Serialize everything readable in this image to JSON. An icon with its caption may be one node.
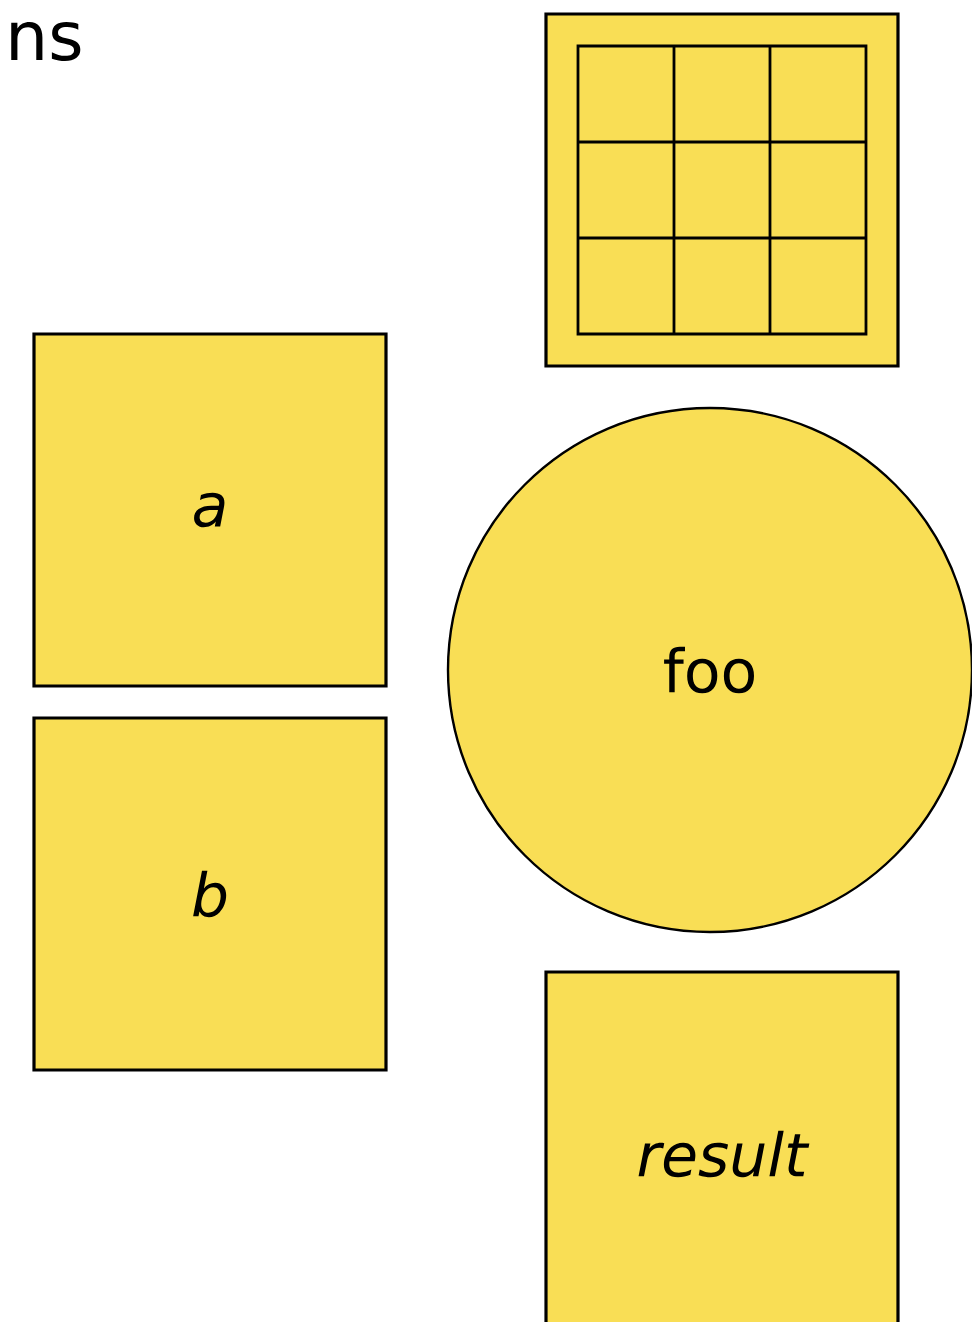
{
  "diagram": {
    "nodes": [
      {
        "text": [],
        "shape": "box"
      },
      {
        "text": [
          "a"
        ]
      },
      {
        "text": [
          "b"
        ]
      },
      {
        "text": [
          "foo"
        ]
      },
      {
        "text": [
          "result"
        ]
      }
    ],
    "labels": [
      "ns"
    ]
  }
}
